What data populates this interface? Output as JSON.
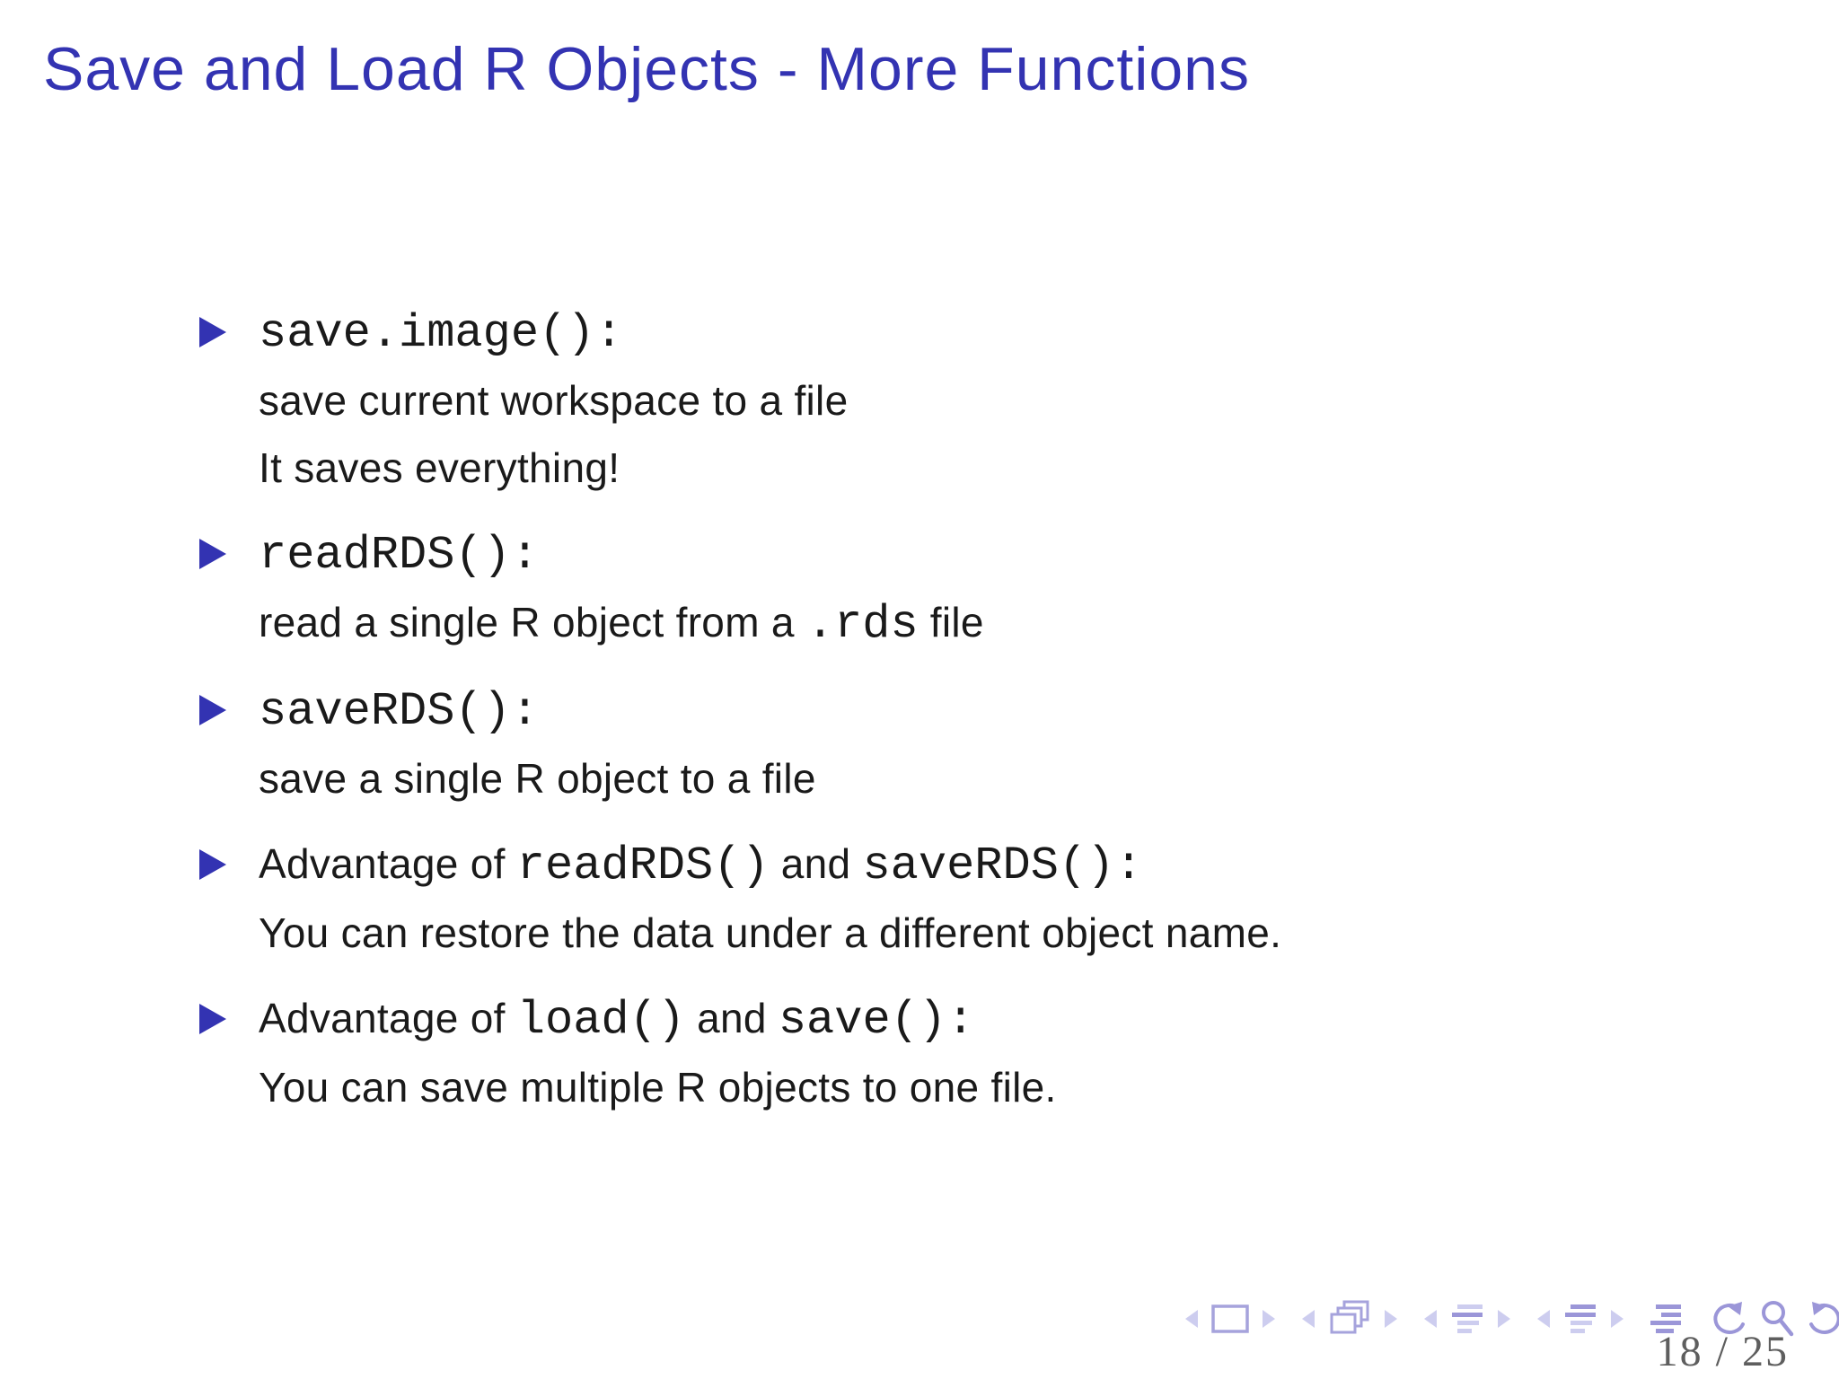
{
  "slide": {
    "title": "Save and Load R Objects - More Functions",
    "page_number": "18 / 25"
  },
  "colors": {
    "structure_blue": "#3333b2",
    "body_text": "#1a1a1a",
    "nav_dark": "#9b96d8",
    "nav_light": "#cdcdef",
    "page_number_gray": "#5e5e5e",
    "background": "#ffffff"
  },
  "content": {
    "items": [
      {
        "lines": [
          {
            "segments": [
              {
                "text": "save.image():",
                "mono": true
              }
            ]
          },
          {
            "segments": [
              {
                "text": "save current workspace to a file",
                "mono": false
              }
            ]
          },
          {
            "segments": [
              {
                "text": "It saves everything!",
                "mono": false
              }
            ]
          }
        ]
      },
      {
        "lines": [
          {
            "segments": [
              {
                "text": "readRDS():",
                "mono": true
              }
            ]
          },
          {
            "segments": [
              {
                "text": "read a single R object from a ",
                "mono": false
              },
              {
                "text": ".rds",
                "mono": true
              },
              {
                "text": " file",
                "mono": false
              }
            ]
          }
        ]
      },
      {
        "lines": [
          {
            "segments": [
              {
                "text": "saveRDS():",
                "mono": true
              }
            ]
          },
          {
            "segments": [
              {
                "text": "save a single R object to a file",
                "mono": false
              }
            ]
          }
        ]
      },
      {
        "lines": [
          {
            "segments": [
              {
                "text": "Advantage of ",
                "mono": false
              },
              {
                "text": "readRDS()",
                "mono": true
              },
              {
                "text": " and ",
                "mono": false
              },
              {
                "text": "saveRDS():",
                "mono": true
              }
            ]
          },
          {
            "segments": [
              {
                "text": "You can restore the data under a different object name.",
                "mono": false
              }
            ]
          }
        ]
      },
      {
        "lines": [
          {
            "segments": [
              {
                "text": "Advantage of ",
                "mono": false
              },
              {
                "text": "load()",
                "mono": true
              },
              {
                "text": " and ",
                "mono": false
              },
              {
                "text": "save():",
                "mono": true
              }
            ]
          },
          {
            "segments": [
              {
                "text": "You can save multiple R objects to one file.",
                "mono": false
              }
            ]
          }
        ]
      }
    ]
  },
  "icons": {
    "bullet": "triangle-right",
    "nav": [
      "prev-slide-arrow",
      "slide-frame",
      "next-slide-arrow",
      "prev-frame-arrow",
      "frames-stack",
      "next-frame-arrow",
      "prev-subsection-arrow",
      "subsection-outline",
      "next-subsection-arrow",
      "prev-section-arrow",
      "section-outline",
      "next-section-arrow",
      "appendix-outline",
      "back-history",
      "search",
      "forward-history"
    ]
  }
}
